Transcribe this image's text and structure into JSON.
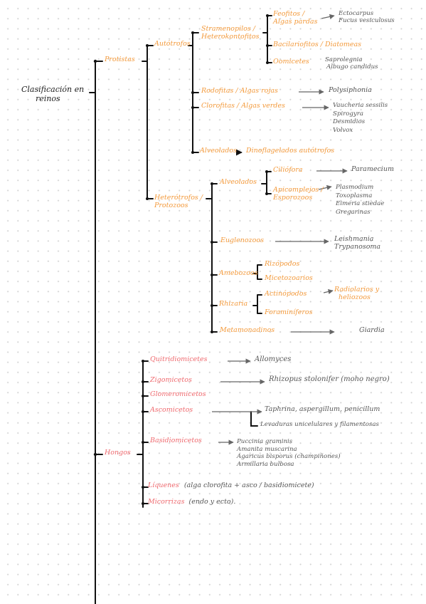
{
  "colors": {
    "orange": "#f39a3c",
    "red": "#ef6a6f",
    "grey": "#555555",
    "line": "#111111",
    "arrow": "#666666"
  },
  "root": {
    "line1": "Clasificación en",
    "line2": "reinos"
  },
  "protistas": {
    "label": "Protistas",
    "autotrofos": {
      "label": "Autótrofos",
      "estramenopilos": {
        "line1": "Stramenopilos /",
        "line2": "Heterokontofitos",
        "feofitos": {
          "line1": "Feofitos /",
          "line2": "Algas pardas",
          "ex1": "Ectocarpus",
          "ex2": "Fucus vesiculosus"
        },
        "bacilariofitos": "Bacilariofitos / Diatomeas",
        "oomicetes": {
          "label": "Oomicetes",
          "ex1": "Saprolegnia",
          "ex2": "Albugo candidus"
        }
      },
      "rodofitas": {
        "label": "Rodofitas / Algas rojas",
        "ex": "Polysiphonia"
      },
      "clorofitas": {
        "label": "Clorofitas / Algas verdes",
        "ex1": "Vaucheria sessilis",
        "ex2": "Spirogyra",
        "ex3": "Desmidios",
        "ex4": "Volvox"
      },
      "alveolados": {
        "label": "Alveolados",
        "child": "Dinoflagelados autótrofos"
      }
    },
    "heterotrofos": {
      "line1": "Heterótrofos /",
      "line2": "Protozoos",
      "alveolados": {
        "label": "Alveolados",
        "ciliofora": {
          "label": "Ciliófora",
          "ex": "Paramecium"
        },
        "apicomplejos": {
          "line1": "Apicomplejos /",
          "line2": "Esporozoos",
          "ex1": "Plasmodium",
          "ex2": "Toxoplasma",
          "ex3": "Eimeria stiedae",
          "ex4": "Gregarinas"
        }
      },
      "euglenozoos": {
        "label": "Euglenozoos",
        "ex1": "Leishmania",
        "ex2": "Trypanosoma"
      },
      "amebozoos": {
        "label": "Amebozoos",
        "c1": "Rizópodos",
        "c2": "Micetozoarios"
      },
      "rhizaria": {
        "label": "Rhizaria",
        "c1": "Actinópodos",
        "c1ex1": "Radiolarios y",
        "c1ex2": "heliozoos",
        "c2": "Foraminíferos"
      },
      "metamonadinos": {
        "label": "Metamonadinos",
        "ex": "Giardia"
      }
    }
  },
  "hongos": {
    "label": "Hongos",
    "quitridiomicetes": {
      "label": "Quitridiomicetes",
      "ex": "Allomyces"
    },
    "zigomicetos": {
      "label": "Zigomicetos",
      "ex": "Rhizopus stolonifer (moho negro)"
    },
    "glomeromicetos": {
      "label": "Glomeromicetos"
    },
    "ascomicetos": {
      "label": "Ascomicetos",
      "ex1": "Taphrina, aspergillum, penicillum",
      "ex2": "Levaduras unicelulares y filamentosas"
    },
    "basidiomicetos": {
      "label": "Basidiomicetos",
      "ex1": "Puccinia graminis",
      "ex2": "Amanita muscarina",
      "ex3": "Agaricus bisporus (champiñones)",
      "ex4": "Armillaria bulbosa"
    },
    "liquenes": {
      "label": "Líquenes",
      "note": "(alga clorofita + asco / basidiomicete)"
    },
    "micorrizas": {
      "label": "Micorrizas",
      "note": "(endo y ecto)."
    }
  }
}
